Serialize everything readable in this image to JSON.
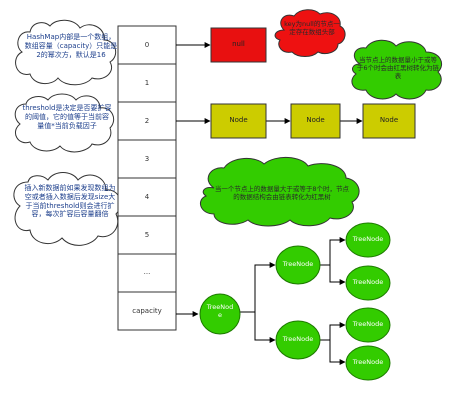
{
  "array": {
    "cells": [
      "0",
      "1",
      "2",
      "3",
      "4",
      "5",
      "...",
      "capacity"
    ]
  },
  "notes": {
    "capacity_note": "HashMap内部是一个数组，数组容量（capacity）只能是2的幂次方，默认是16",
    "threshold_note": "threshold是决定是否要扩容的阈值，它的值等于当前容量值*当前负载因子",
    "insert_note": "插入新数据前如果发现数组为空或者插入数据后发现size大于当前threshold则会进行扩容，每次扩容后容量翻倍",
    "null_key_note": "key为null的节点一定存在数组头部",
    "to_list_note": "当节点上的数据量小于或等于6个时会由红黑树转化为链表",
    "to_tree_note": "当一个节点上的数据量大于或等于8个时，节点的数据结构会由链表转化为红黑树"
  },
  "nodes": {
    "null_label": "null",
    "list": [
      "Node",
      "Node",
      "Node"
    ],
    "tree_root": "TreeNode",
    "tree_children": [
      "TreeNode",
      "TreeNode"
    ],
    "tree_leaves": [
      "TreeNode",
      "TreeNode",
      "TreeNode",
      "TreeNode"
    ]
  },
  "colors": {
    "null_fill": "#e81010",
    "list_fill": "#cccc00",
    "tree_fill": "#33cc00",
    "tree_stroke": "#1d7a00",
    "cloud_green": "#33cc00",
    "cloud_red": "#ee1111",
    "array_stroke": "#333333"
  }
}
